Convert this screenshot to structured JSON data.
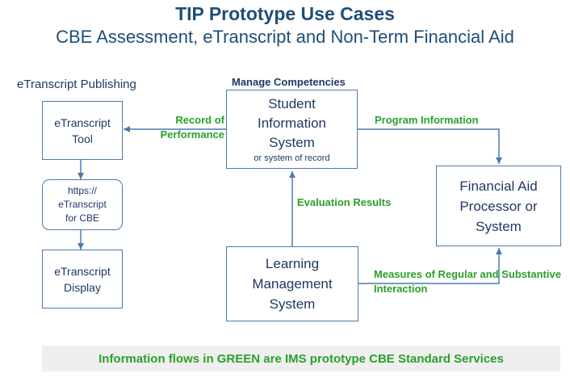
{
  "title": "TIP Prototype Use Cases",
  "subtitle": "CBE Assessment, eTranscript and Non-Term Financial Aid",
  "section_label": "eTranscript  Publishing",
  "manage_label": "Manage Competencies",
  "boxes": {
    "sis": {
      "lines": [
        "Student",
        "Information",
        "System"
      ],
      "note": "or system  of record"
    },
    "etool": {
      "lines": [
        "eTranscript",
        "Tool"
      ]
    },
    "url": {
      "lines": [
        "https://",
        "eTranscript",
        "for CBE"
      ]
    },
    "edisplay": {
      "lines": [
        "eTranscript",
        "Display"
      ]
    },
    "finaid": {
      "lines": [
        "Financial Aid",
        "Processor or",
        "System"
      ]
    },
    "lms": {
      "lines": [
        "Learning",
        "Management",
        "System"
      ]
    }
  },
  "flows": {
    "record": [
      "Record of",
      "Performance"
    ],
    "program": "Program Information",
    "evaluation": [
      "Evaluation",
      "Results"
    ],
    "measures": [
      "Measures of",
      "Regular and Substantive Interaction"
    ]
  },
  "footer": "Information flows in GREEN are IMS prototype CBE Standard Services",
  "colors": {
    "title": "#1f4e79",
    "box_border": "#4a7ab0",
    "flow_green": "#2aa02a",
    "footer_bg": "#efefef"
  }
}
